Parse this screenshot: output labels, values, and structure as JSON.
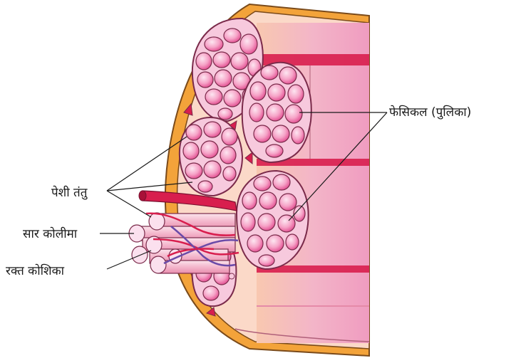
{
  "labels": {
    "fascicle": "फेसिकल (पुलिका)",
    "muscle_fibre": "पेशी तंतु",
    "sarcolemma": "सार कोलीमा",
    "blood_capillary": "रक्त कोशिका"
  },
  "colors": {
    "sheath": "#f3a33a",
    "sheath_edge": "#7a4a1a",
    "tissue": "#fbd9c8",
    "fibre_light": "#fbe0ee",
    "fibre_dark": "#e8559a",
    "vessel": "#d81e4e",
    "nerve": "#6a4aa8",
    "band": "#f6b8cf",
    "fascicle_bg": "#f7c9dd",
    "fascicle_edge": "#7a2a4a"
  }
}
